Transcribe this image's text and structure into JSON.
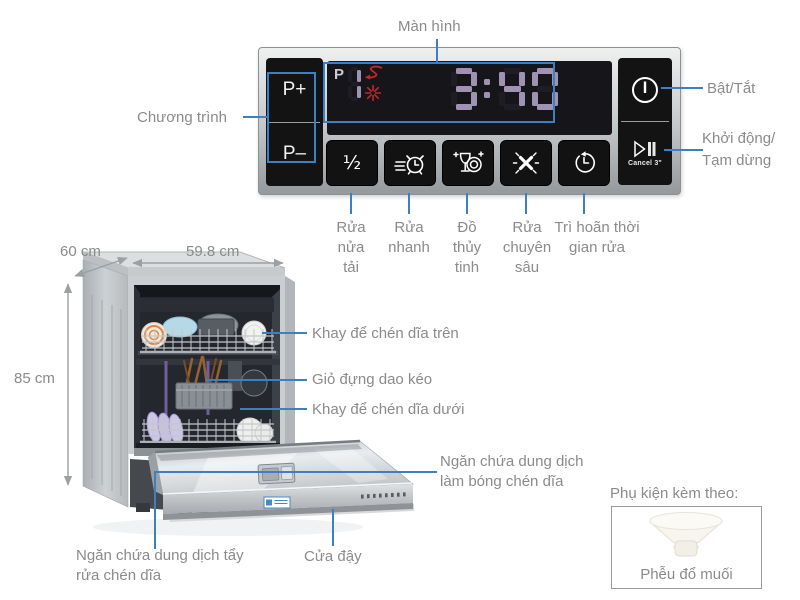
{
  "colors": {
    "annotation_blue": "#3b7fc4",
    "label_gray": "#8b8b8b",
    "display_purple": "#9f92b2",
    "display_red": "#c1272d",
    "panel_black": "#131313"
  },
  "control_panel": {
    "screen_annotation": "Màn hình",
    "program_annotation": "Chương trình",
    "power_annotation": "Bật/Tắt",
    "startpause_annotation_line1": "Khởi động/",
    "startpause_annotation_line2": "Tạm dừng",
    "program_up": "P+",
    "program_down": "P–",
    "display": {
      "mode_letter": "P",
      "program_number": "1",
      "time_remaining": "3:40",
      "status_icons": [
        "recirculation-arrow-icon",
        "spray-star-icon"
      ]
    },
    "start_button_caption": "Cancel 3\"",
    "function_buttons": [
      {
        "icon": "half-load-icon",
        "symbol": "½",
        "label": "Rửa nửa tải"
      },
      {
        "icon": "quick-wash-icon",
        "label": "Rửa nhanh"
      },
      {
        "icon": "glassware-icon",
        "label": "Đồ thủy tinh"
      },
      {
        "icon": "intensive-wash-icon",
        "label": "Rửa chuyên sâu"
      },
      {
        "icon": "delay-start-icon",
        "label": "Trì hoãn thời gian rửa"
      }
    ]
  },
  "dimensions": {
    "depth": "60 cm",
    "width": "59.8 cm",
    "height": "85 cm"
  },
  "part_labels": {
    "upper_rack": "Khay để chén dĩa trên",
    "cutlery_basket": "Giỏ đựng dao kéo",
    "lower_rack": "Khay để chén dĩa dưới",
    "rinse_aid_dispenser": "Ngăn chứa dung dịch làm bóng chén dĩa",
    "detergent_dispenser": "Ngăn chứa dung dịch tẩy rửa chén dĩa",
    "door": "Cửa đậy"
  },
  "accessories": {
    "title": "Phụ kiện kèm theo:",
    "items": [
      {
        "name": "Phễu đổ muối",
        "icon": "salt-funnel-image"
      }
    ]
  }
}
